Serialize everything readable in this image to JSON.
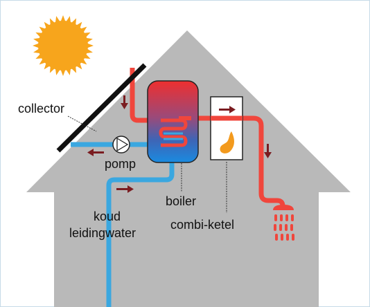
{
  "labels": {
    "collector": "collector",
    "pomp": "pomp",
    "boiler": "boiler",
    "koud": "koud",
    "leidingwater": "leidingwater",
    "combi_ketel": "combi-ketel"
  },
  "colors": {
    "background": "#ffffff",
    "frame": "#c6dbe8",
    "house": "#b9b9b9",
    "sun": "#f7a51c",
    "hot_pipe": "#f0463c",
    "cold_pipe": "#3aa7e0",
    "arrow": "#7a1c20",
    "collector": "#111111",
    "flame": "#f39a1d"
  },
  "icons": {
    "sun": "sun-icon",
    "pump": "pump-icon",
    "flame": "flame-icon",
    "shower": "shower-head-icon"
  }
}
